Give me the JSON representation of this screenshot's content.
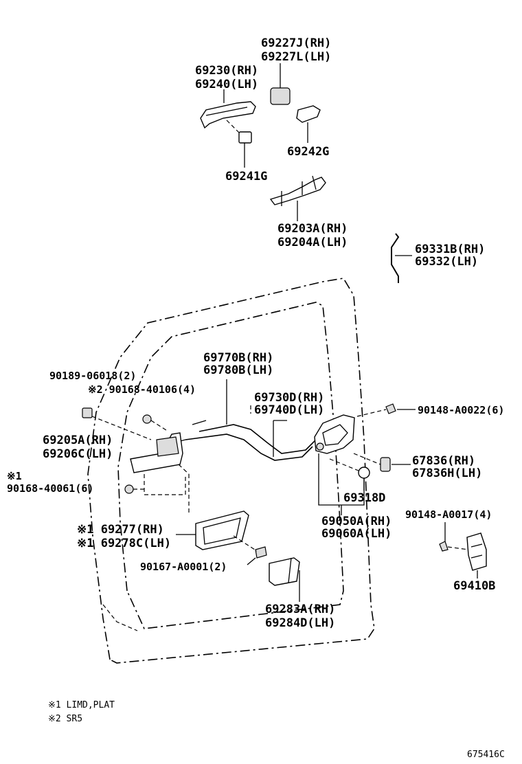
{
  "labels": {
    "p69227j": "69227J(RH)",
    "p69227l": "69227L(LH)",
    "p69230": "69230(RH)",
    "p69240": "69240(LH)",
    "p69242g": "69242G",
    "p69241g": "69241G",
    "p69203a": "69203A(RH)",
    "p69204a": "69204A(LH)",
    "p69331b": "69331B(RH)",
    "p69332": "69332(LH)",
    "p69770b": "69770B(RH)",
    "p69780b": "69780B(LH)",
    "p90189": "90189-06018(2)",
    "p90168_40106": "※2 90168-40106(4)",
    "p69730d": "69730D(RH)",
    "p69740d": "69740D(LH)",
    "p90148_a0022": "90148-A0022(6)",
    "p69205a": "69205A(RH)",
    "p69206c": "69206C(LH)",
    "p67836": "67836(RH)",
    "p67836h": "67836H(LH)",
    "mark1": "※1",
    "p90168_40061": "90168-40061(6)",
    "p69318d": "69318D",
    "p69050a": "69050A(RH)",
    "p69060a": "69060A(LH)",
    "p90148_a0017": "90148-A0017(4)",
    "p69277": "※1 69277(RH)",
    "p69278c": "※1 69278C(LH)",
    "p90167": "90167-A0001(2)",
    "p69410b": "69410B",
    "p69283a": "69283A(RH)",
    "p69284d": "69284D(LH)"
  },
  "notes": {
    "n1": "※1 LIMD,PLAT",
    "n2": "※2 SR5"
  },
  "code": "675416C"
}
